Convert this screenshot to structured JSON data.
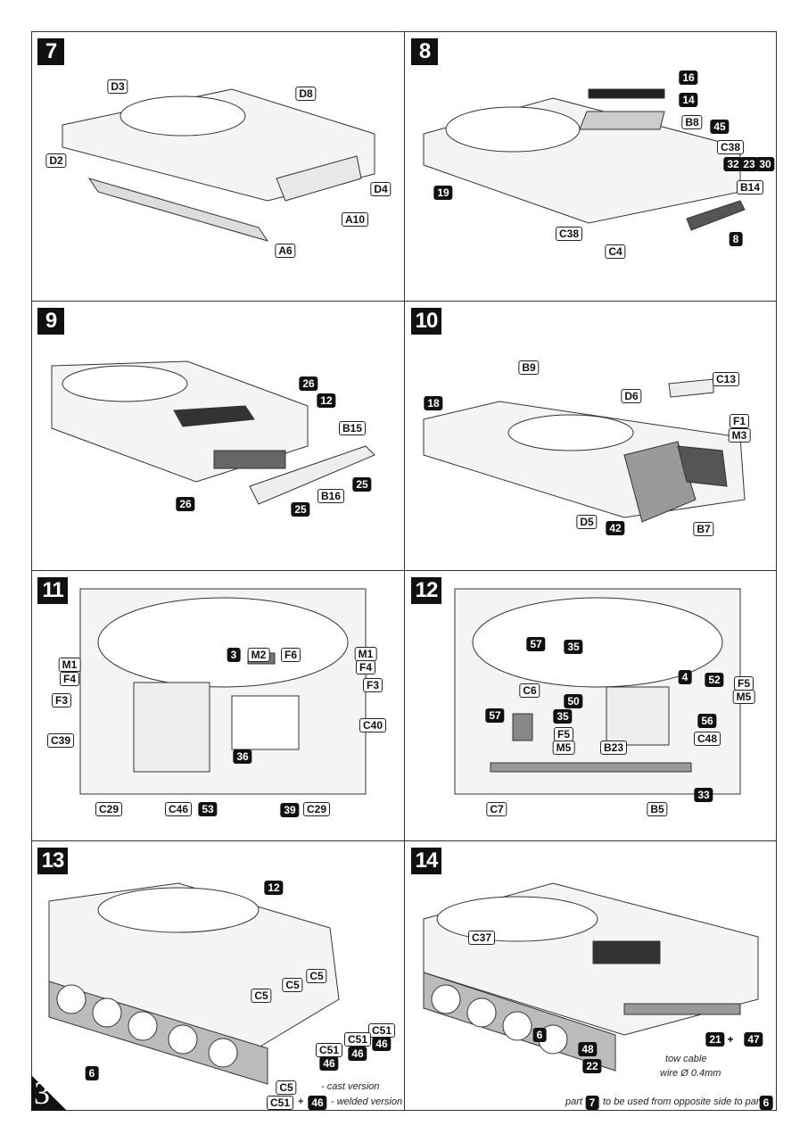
{
  "page_number": "3",
  "panels": [
    {
      "step": "7",
      "labels": [
        "D3",
        "D8",
        "D2",
        "D4",
        "A10",
        "A6"
      ]
    },
    {
      "step": "8",
      "labels": [
        "16",
        "14",
        "B8",
        "45",
        "C38",
        "32",
        "23",
        "30",
        "B14",
        "19",
        "C38",
        "C4",
        "8"
      ]
    },
    {
      "step": "9",
      "labels": [
        "26",
        "12",
        "B15",
        "25",
        "B16",
        "25",
        "26"
      ]
    },
    {
      "step": "10",
      "labels": [
        "B9",
        "18",
        "C13",
        "D6",
        "F1",
        "M3",
        "D5",
        "42",
        "B7"
      ]
    },
    {
      "step": "11",
      "labels": [
        "M1",
        "F4",
        "F3",
        "C39",
        "3",
        "M2",
        "F6",
        "M1",
        "F4",
        "F3",
        "C40",
        "36",
        "C29",
        "C46",
        "53",
        "39",
        "C29"
      ]
    },
    {
      "step": "12",
      "labels": [
        "57",
        "35",
        "C6",
        "4",
        "52",
        "F5",
        "M5",
        "57",
        "50",
        "35",
        "F5",
        "M5",
        "B23",
        "56",
        "C48",
        "33",
        "C7",
        "B5"
      ]
    },
    {
      "step": "13",
      "labels": [
        "12",
        "C5",
        "C5",
        "C5",
        "C51",
        "46",
        "C51",
        "46",
        "C51",
        "46",
        "6"
      ],
      "legend": {
        "cast_part": "C5",
        "cast_text": "- cast version",
        "welded_part_a": "C51",
        "plus": "+",
        "welded_part_b": "46",
        "welded_text": "- welded version"
      }
    },
    {
      "step": "14",
      "labels": [
        "C37",
        "6",
        "48",
        "22",
        "21",
        "+",
        "47"
      ],
      "tow_cable_line1": "tow cable",
      "tow_cable_line2": "wire Ø 0.4mm",
      "footer": {
        "part_text": "part",
        "part_a": "7",
        "middle_text": "to be used from opposite side to part",
        "part_b": "6"
      }
    }
  ]
}
